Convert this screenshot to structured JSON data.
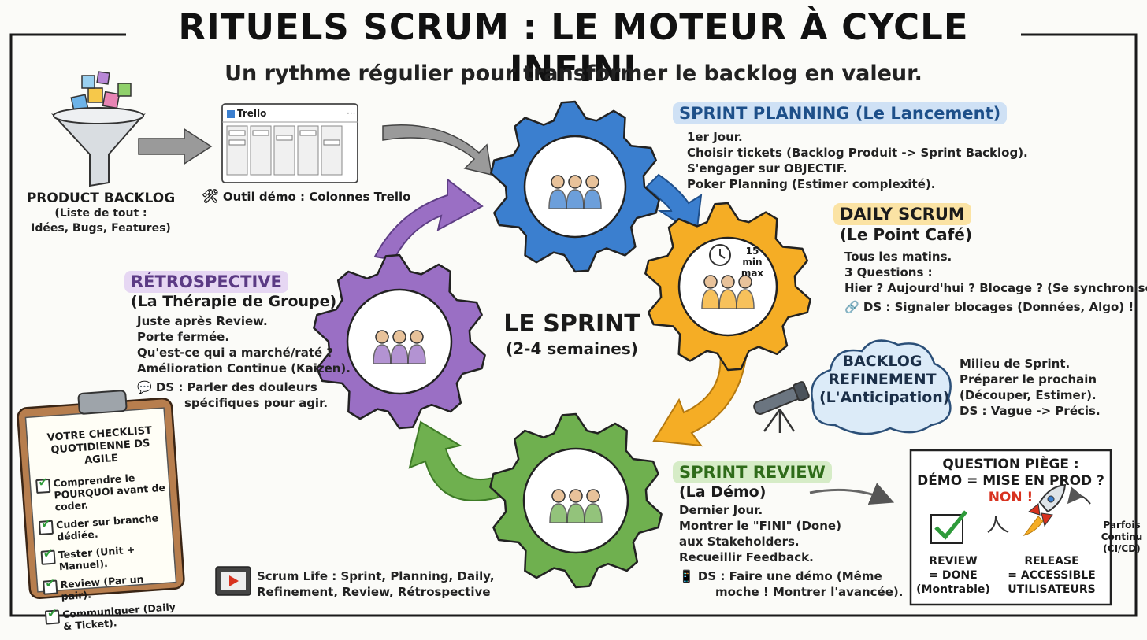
{
  "title": "RITUELS SCRUM : LE MOTEUR À CYCLE INFINI",
  "subtitle": "Un rythme régulier pour transformer le backlog en valeur.",
  "product_backlog": {
    "label": "PRODUCT BACKLOG",
    "lines": [
      "(Liste de tout :",
      "Idées, Bugs, Features)"
    ]
  },
  "trello": {
    "board_name": "Trello",
    "caption": "Outil démo : Colonnes Trello"
  },
  "center": {
    "label": "LE SPRINT",
    "sub": "(2-4 semaines)"
  },
  "sprint_planning": {
    "title": "SPRINT PLANNING (Le Lancement)",
    "lines": [
      "1er Jour.",
      "Choisir tickets (Backlog Produit -> Sprint Backlog).",
      "S'engager sur OBJECTIF.",
      "Poker Planning (Estimer complexité)."
    ]
  },
  "daily_scrum": {
    "title": "DAILY SCRUM",
    "subtitle": "(Le Point Café)",
    "timer": "15 min max",
    "lines": [
      "Tous les matins.",
      "3 Questions :",
      "Hier ? Aujourd'hui ? Blocage ? (Se synchroniser)."
    ],
    "ds": "DS : Signaler blocages (Données, Algo) !"
  },
  "refinement": {
    "title_lines": [
      "BACKLOG",
      "REFINEMENT",
      "(L'Anticipation)"
    ],
    "lines": [
      "Milieu de Sprint.",
      "Préparer le prochain",
      "(Découper, Estimer).",
      "DS : Vague -> Précis."
    ]
  },
  "retrospective": {
    "title": "RÉTROSPECTIVE",
    "subtitle": "(La Thérapie de Groupe)",
    "lines": [
      "Juste après Review.",
      "Porte fermée.",
      "Qu'est-ce qui a marché/raté ?",
      "Amélioration Continue (Kaizen)."
    ],
    "ds_lines": [
      "DS : Parler des douleurs",
      "spécifiques pour agir."
    ]
  },
  "sprint_review": {
    "title": "SPRINT REVIEW",
    "subtitle": "(La Démo)",
    "lines": [
      "Dernier Jour.",
      "Montrer le \"FINI\" (Done)",
      "aux Stakeholders.",
      "Recueillir Feedback."
    ],
    "ds_lines": [
      "DS : Faire une démo (Même",
      "moche ! Montrer l'avancée)."
    ]
  },
  "checklist": {
    "title_lines": [
      "VOTRE CHECKLIST",
      "QUOTIDIENNE DS AGILE"
    ],
    "items": [
      "Comprendre le POURQUOI avant de coder.",
      "Cuder sur branche dédiée.",
      "Tester (Unit + Manuel).",
      "Review (Par un pair).",
      "Communiquer (Daily & Ticket)."
    ]
  },
  "video": {
    "lines": [
      "Scrum Life : Sprint, Planning, Daily,",
      "Refinement, Review, Rétrospective"
    ]
  },
  "question_box": {
    "title_lines": [
      "QUESTION PIÈGE :",
      "DÉMO = MISE EN PROD ?"
    ],
    "answer": "NON !",
    "left_lines": [
      "REVIEW",
      "= DONE",
      "(Montrable)"
    ],
    "right_lines": [
      "RELEASE",
      "= ACCESSIBLE",
      "UTILISATEURS"
    ],
    "side_note": [
      "Parfois",
      "Continu",
      "(CI/CD)"
    ]
  },
  "colors": {
    "blue": "#3b7fcf",
    "orange": "#f5ad25",
    "purple": "#9a6fc4",
    "green": "#6fb04f",
    "highlight_blue": "#cfe1f5",
    "highlight_yellow": "#fbe3a4",
    "highlight_purple": "#e6d7f3",
    "highlight_green": "#d6ecc7",
    "red": "#d8321f"
  }
}
